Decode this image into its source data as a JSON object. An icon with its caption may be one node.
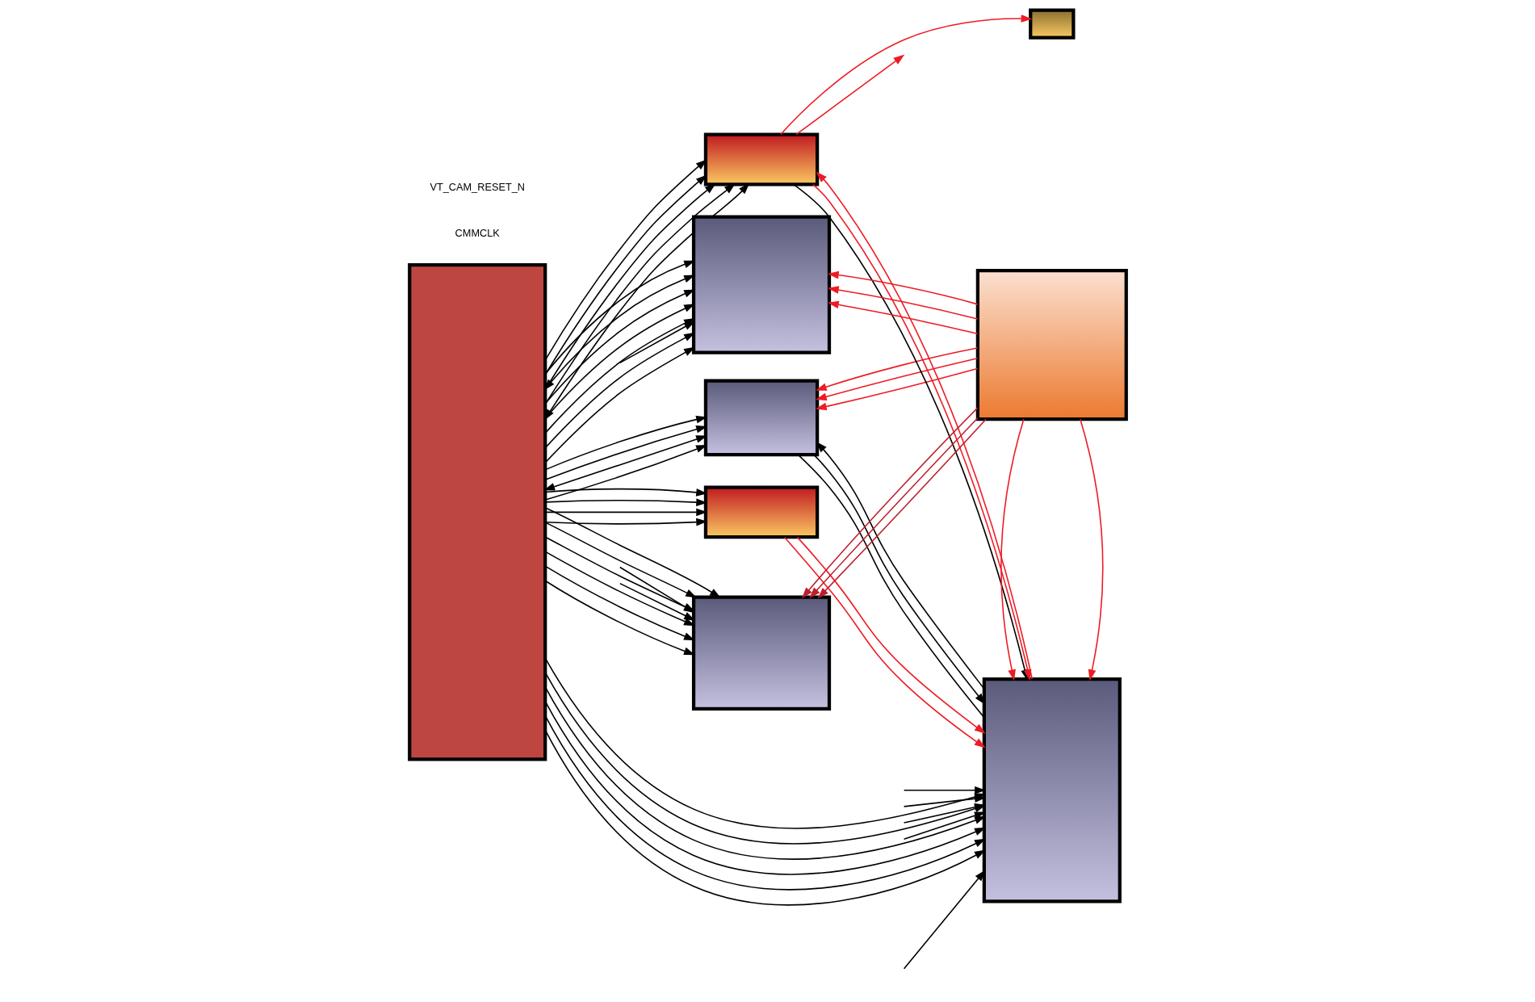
{
  "diagram": {
    "nodes": [
      {
        "text": [],
        "shape": "box"
      },
      {
        "text": [],
        "shape": "box"
      },
      {
        "text": [],
        "shape": "box"
      },
      {
        "text": [],
        "shape": "box"
      },
      {
        "text": [],
        "shape": "box"
      },
      {
        "text": [],
        "shape": "box"
      },
      {
        "text": [],
        "shape": "box"
      },
      {
        "text": [],
        "shape": "box"
      },
      {
        "text": [],
        "shape": "box"
      }
    ],
    "edges": [
      {
        "from": 0,
        "to": 1,
        "arrow": "to"
      },
      {
        "from": 0,
        "to": 1,
        "arrow": "to"
      },
      {
        "from": 0,
        "to": 1,
        "arrow": "to"
      },
      {
        "from": 0,
        "to": 1,
        "arrow": "to"
      },
      {
        "from": 0,
        "to": 1,
        "arrow": "to"
      },
      {
        "from": 0,
        "to": 2,
        "arrow": "to"
      },
      {
        "from": 0,
        "to": 2,
        "arrow": "both"
      },
      {
        "from": 0,
        "to": 2,
        "arrow": "to"
      },
      {
        "from": 0,
        "to": 2,
        "arrow": "to"
      },
      {
        "from": 0,
        "to": 1,
        "arrow": "to"
      },
      {
        "from": 2,
        "to": 1,
        "arrow": "none"
      },
      {
        "from": null,
        "to": 1,
        "arrow": "to"
      },
      {
        "from": null,
        "to": 1,
        "arrow": "to"
      },
      {
        "from": null,
        "to": 1,
        "arrow": "to"
      },
      {
        "from": null,
        "to": 1,
        "arrow": "to"
      },
      {
        "from": null,
        "to": 1,
        "arrow": "to"
      },
      {
        "from": 2,
        "to": 1,
        "arrow": "to"
      },
      {
        "from": 1,
        "to": 2,
        "arrow": "to"
      },
      {
        "from": 8,
        "to": 2,
        "arrow": "to",
        "color": "#ed1c24"
      },
      {
        "from": 8,
        "to": 2,
        "arrow": "to",
        "color": "#ed1c24"
      },
      {
        "from": 8,
        "to": 2,
        "arrow": "to",
        "color": "#ed1c24"
      },
      {
        "from": 0,
        "to": 3,
        "arrow": "both"
      },
      {
        "from": 0,
        "to": 3,
        "arrow": "to"
      },
      {
        "from": 0,
        "to": 3,
        "arrow": "to"
      },
      {
        "from": 0,
        "to": 3,
        "arrow": "to"
      },
      {
        "from": 0,
        "to": 3,
        "arrow": "to"
      },
      {
        "from": 0,
        "to": 4,
        "arrow": "to"
      },
      {
        "from": 0,
        "to": 4,
        "arrow": "to"
      },
      {
        "from": 0,
        "to": 4,
        "arrow": "to"
      },
      {
        "from": 0,
        "to": 4,
        "arrow": "to"
      },
      {
        "from": 3,
        "to": null,
        "arrow": "to",
        "color": "#ed1c24"
      },
      {
        "from": 3,
        "to": 5,
        "arrow": "to",
        "color": "#ed1c24"
      },
      {
        "from": 3,
        "to": 1,
        "arrow": "to"
      },
      {
        "from": 3,
        "to": 1,
        "arrow": "to",
        "color": "#ed1c24"
      },
      {
        "from": 1,
        "to": 3,
        "arrow": "to",
        "color": "#ed1c24"
      },
      {
        "from": 4,
        "to": 1,
        "arrow": "to",
        "color": "#ed1c24"
      },
      {
        "from": 4,
        "to": 1,
        "arrow": "to",
        "color": "#ed1c24"
      },
      {
        "from": 8,
        "to": 1,
        "arrow": "to",
        "color": "#ed1c24"
      },
      {
        "from": 8,
        "to": 1,
        "arrow": "to",
        "color": "#ed1c24"
      },
      {
        "from": 0,
        "to": 6,
        "arrow": "to"
      },
      {
        "from": 0,
        "to": 6,
        "arrow": "to"
      },
      {
        "from": 0,
        "to": 6,
        "arrow": "to"
      },
      {
        "from": 0,
        "to": 6,
        "arrow": "to"
      },
      {
        "from": 0,
        "to": 6,
        "arrow": "to"
      },
      {
        "from": null,
        "to": 6,
        "arrow": "to"
      },
      {
        "from": 0,
        "to": 6,
        "arrow": "both"
      },
      {
        "from": 0,
        "to": 6,
        "arrow": "to"
      },
      {
        "from": null,
        "to": 7,
        "arrow": "to"
      },
      {
        "from": 0,
        "to": 7,
        "arrow": "to"
      },
      {
        "from": 0,
        "to": 7,
        "arrow": "to"
      },
      {
        "from": 0,
        "to": 7,
        "arrow": "to"
      },
      {
        "from": null,
        "to": 7,
        "arrow": "to"
      },
      {
        "from": 0,
        "to": 7,
        "arrow": "to"
      },
      {
        "from": 0,
        "to": 7,
        "arrow": "to"
      },
      {
        "from": 0,
        "to": 7,
        "arrow": "to"
      },
      {
        "from": 8,
        "to": 6,
        "arrow": "to",
        "color": "#ed1c24"
      },
      {
        "from": 8,
        "to": 6,
        "arrow": "to",
        "color": "#ed1c24"
      },
      {
        "from": 8,
        "to": 6,
        "arrow": "to",
        "color": "#ed1c24"
      },
      {
        "from": 8,
        "to": 7,
        "arrow": "to",
        "color": "#be1e2d"
      },
      {
        "from": 8,
        "to": 7,
        "arrow": "to",
        "color": "#be1e2d"
      },
      {
        "from": 8,
        "to": 7,
        "arrow": "to",
        "color": "#be1e2d"
      }
    ],
    "labels": [
      "CMMCLK",
      "VT_CAM_RESET_N"
    ]
  }
}
